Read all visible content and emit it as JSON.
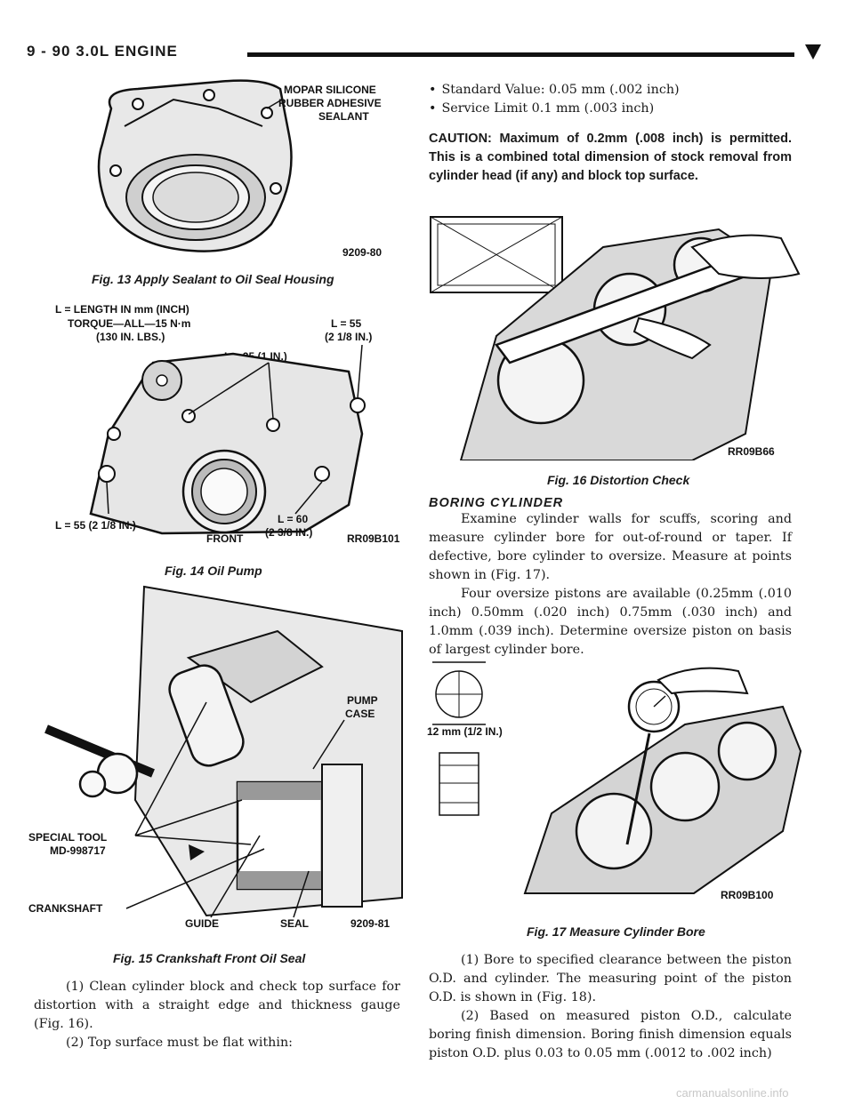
{
  "header": {
    "title": "9 - 90    3.0L ENGINE"
  },
  "fig13": {
    "label_sealant": [
      "MOPAR SILICONE",
      "RUBBER ADHESIVE",
      "SEALANT"
    ],
    "ref": "9209-80",
    "caption": "Fig. 13 Apply Sealant to Oil Seal Housing"
  },
  "fig14": {
    "legend": [
      "L = LENGTH IN mm (INCH)",
      "TORQUE—ALL—15 N·m",
      "(130 IN. LBS.)"
    ],
    "l25": "L = 25 (1 IN.)",
    "l55_top": [
      "L = 55",
      "(2 1/8 IN.)"
    ],
    "l55_bottom": "L = 55 (2 1/8 IN.)",
    "l60": [
      "L = 60",
      "(2 3/8 IN.)"
    ],
    "front": "FRONT",
    "ref": "RR09B101",
    "caption": "Fig. 14 Oil Pump"
  },
  "fig15": {
    "pump_case": [
      "PUMP",
      "CASE"
    ],
    "special_tool": [
      "SPECIAL TOOL",
      "MD-998717"
    ],
    "crankshaft": "CRANKSHAFT",
    "guide": "GUIDE",
    "seal": "SEAL",
    "ref": "9209-81",
    "caption": "Fig. 15 Crankshaft Front Oil Seal"
  },
  "left_text": {
    "p1": "(1) Clean cylinder block and check top surface for distortion with a straight edge and thickness gauge (Fig. 16).",
    "p2": "(2) Top surface must be flat within:"
  },
  "right_top": {
    "bullet1": "Standard Value: 0.05 mm (.002 inch)",
    "bullet2": "Service Limit 0.1 mm (.003 inch)",
    "caution": "CAUTION: Maximum of 0.2mm (.008 inch) is permitted. This is a combined total dimension of stock removal from cylinder head (if any) and block top surface."
  },
  "fig16": {
    "ref": "RR09B66",
    "caption": "Fig. 16 Distortion Check"
  },
  "boring": {
    "title": "BORING CYLINDER",
    "p1": "Examine cylinder walls for scuffs, scoring and measure cylinder bore for out-of-round or taper. If defective, bore cylinder to oversize. Measure at points shown in (Fig. 17).",
    "p2": "Four oversize pistons are available (0.25mm (.010 inch) 0.50mm (.020 inch) 0.75mm (.030 inch) and 1.0mm (.039 inch). Determine oversize piston on basis of largest cylinder bore."
  },
  "fig17": {
    "dim": "12 mm (1/2 IN.)",
    "ref": "RR09B100",
    "caption": "Fig. 17 Measure Cylinder Bore"
  },
  "right_bottom": {
    "p1": "(1) Bore to specified clearance between the piston O.D. and cylinder. The measuring point of the piston O.D. is shown in (Fig. 18).",
    "p2": "(2) Based on measured piston O.D., calculate boring finish dimension. Boring finish dimension equals piston O.D. plus 0.03 to 0.05 mm (.0012 to .002 inch)"
  },
  "watermark": "carmanualsonline.info"
}
